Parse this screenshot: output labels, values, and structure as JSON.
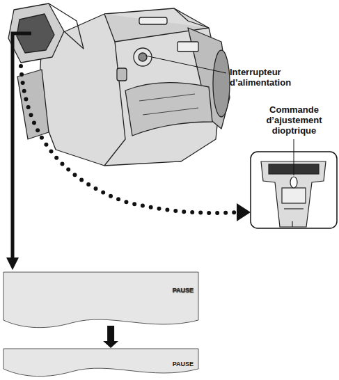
{
  "diagram": {
    "nodes": [
      {
        "text": [
          "PAUSE"
        ]
      },
      {
        "text": [
          "PAUSE"
        ]
      }
    ],
    "edges": [
      {
        "from": 0,
        "to": 1,
        "arrow": "to"
      }
    ],
    "labels": [
      "Interrupteur d’alimentation",
      "Commande d’ajustement dioptrique"
    ]
  }
}
